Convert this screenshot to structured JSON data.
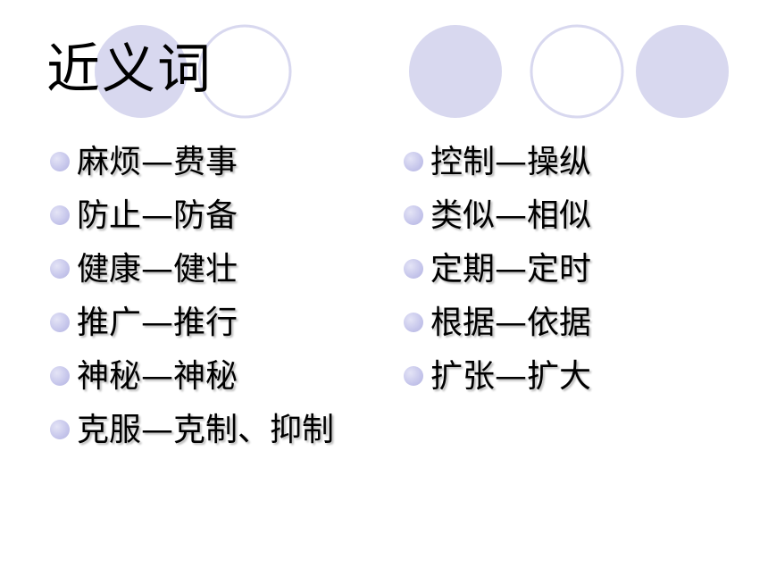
{
  "slide": {
    "title": "近义词",
    "left_items": [
      "麻烦—费事",
      "防止—防备",
      "健康—健壮",
      "推广—推行",
      "神秘—神秘",
      "克服—克制、抑制"
    ],
    "right_items": [
      "控制—操纵",
      "类似—相似",
      "定期—定时",
      "根据—依据",
      "扩张—扩大"
    ]
  },
  "colors": {
    "circle_fill": "#d8d8ef",
    "circle_outline": "#d8d8ef",
    "bullet": "#c8c8ec",
    "text": "#000000"
  }
}
